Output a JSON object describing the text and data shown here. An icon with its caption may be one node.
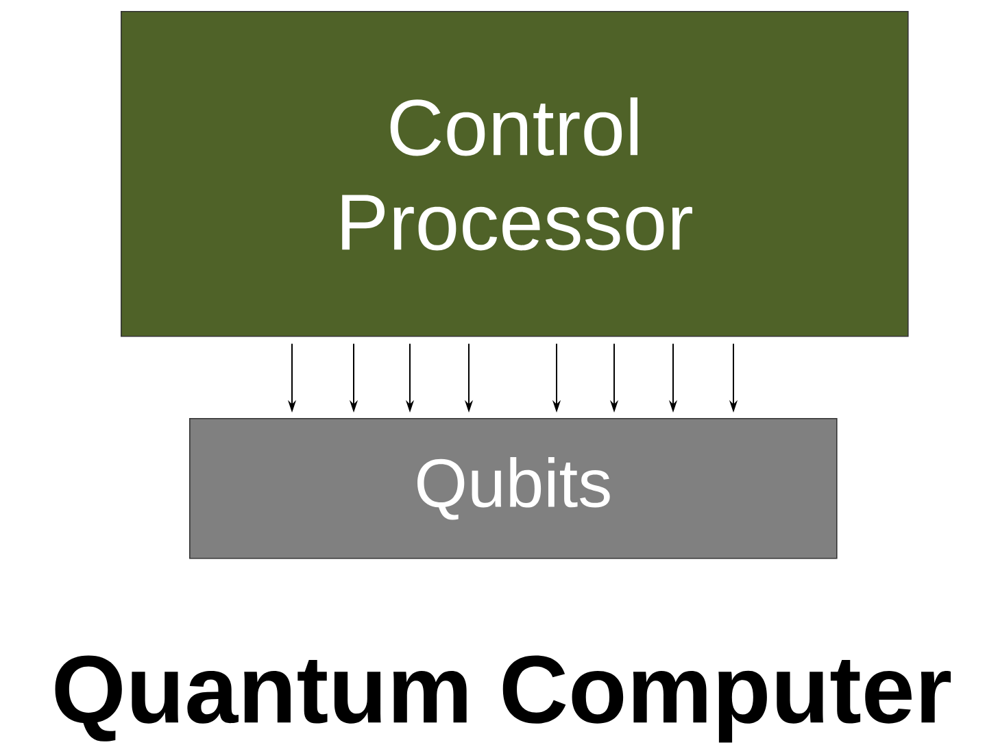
{
  "diagram": {
    "title": "Quantum Computer",
    "nodes": [
      {
        "text": [
          "Control Processor"
        ]
      },
      {
        "text": [
          "Qubits"
        ]
      }
    ],
    "edges": [
      {
        "from": 0,
        "to": 1,
        "arrow": "to"
      },
      {
        "from": 0,
        "to": 1,
        "arrow": "to"
      },
      {
        "from": 0,
        "to": 1,
        "arrow": "to"
      },
      {
        "from": 0,
        "to": 1,
        "arrow": "to"
      },
      {
        "from": 0,
        "to": 1,
        "arrow": "to"
      },
      {
        "from": 0,
        "to": 1,
        "arrow": "to"
      },
      {
        "from": 0,
        "to": 1,
        "arrow": "to"
      },
      {
        "from": 0,
        "to": 1,
        "arrow": "to"
      }
    ]
  }
}
